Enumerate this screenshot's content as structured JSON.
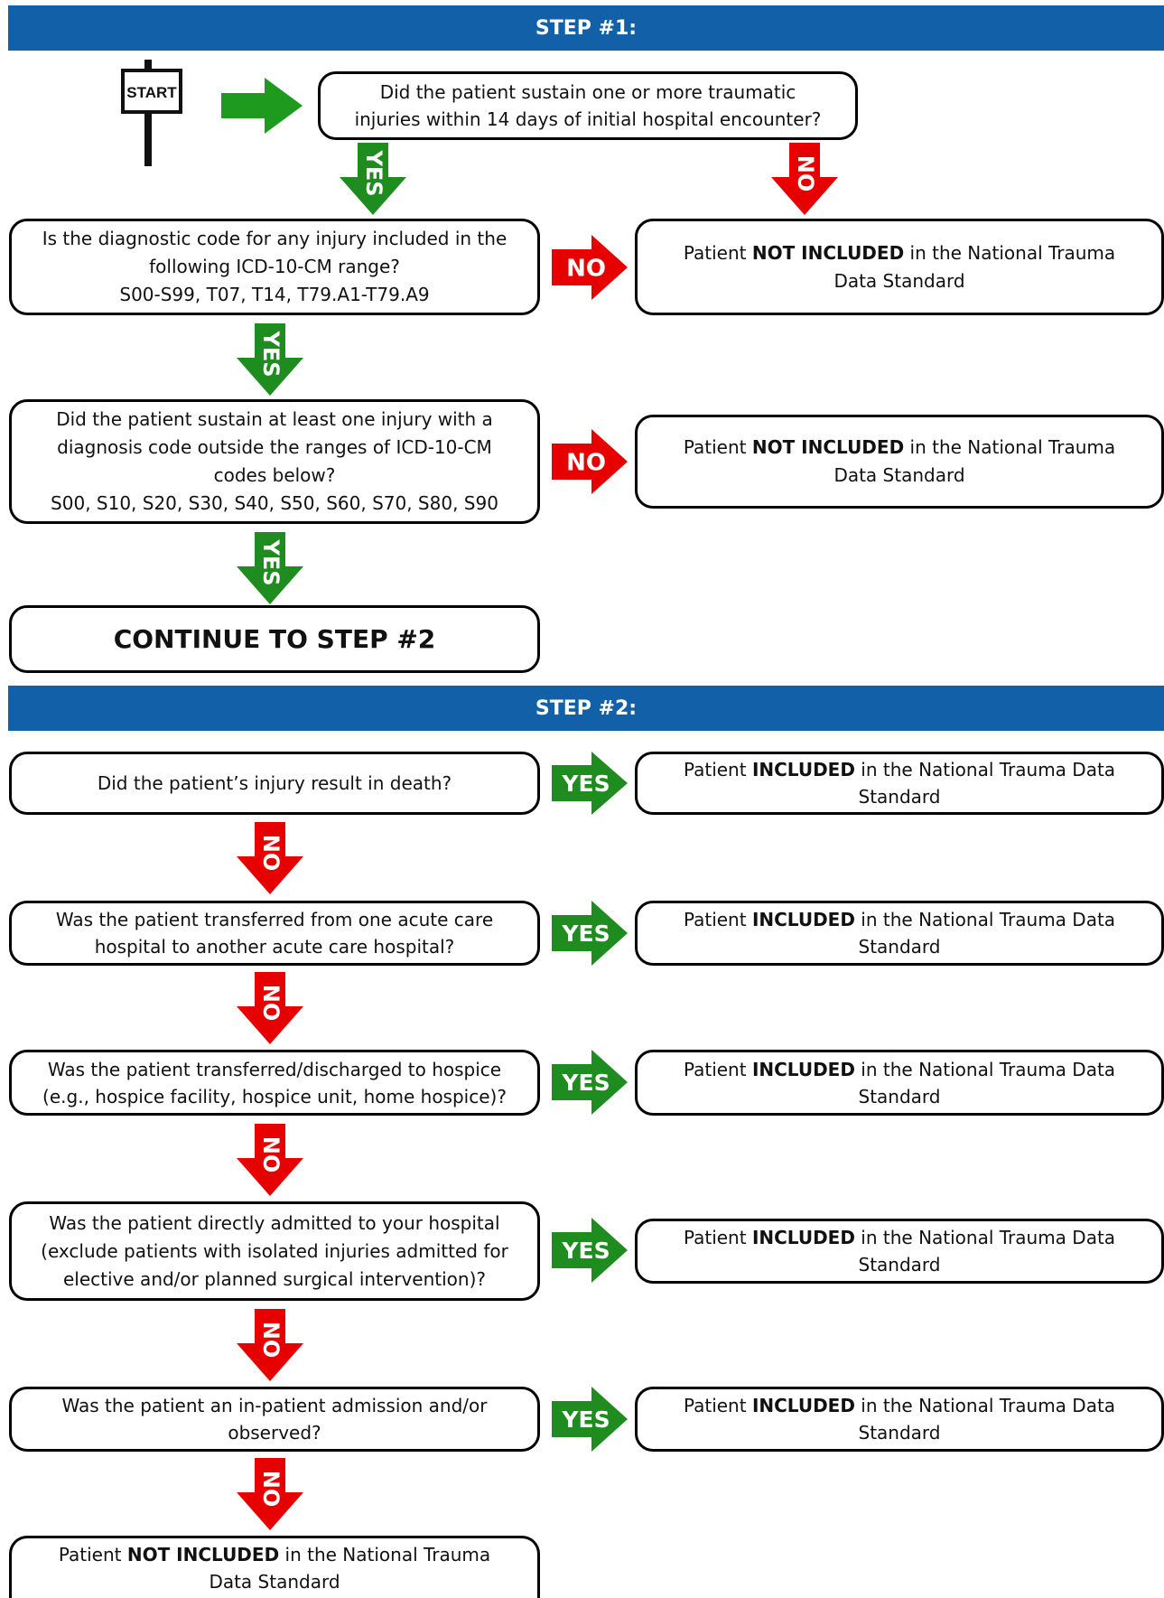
{
  "step1": {
    "title": "STEP #1:",
    "start_label": "START",
    "q1": [
      "Did the patient sustain one or more traumatic",
      "injuries within 14 days of initial hospital encounter?"
    ],
    "q2": [
      "Is the diagnostic code for any injury included in the",
      "following ICD-10-CM range?",
      "S00-S99, T07, T14, T79.A1-T79.A9"
    ],
    "q3": [
      "Did the patient sustain at least one injury with a",
      "diagnosis code outside the ranges of ICD-10-CM",
      "codes below?",
      "S00, S10, S20, S30, S40, S50, S60, S70, S80, S90"
    ],
    "continue": "CONTINUE TO STEP #2"
  },
  "step2": {
    "title": "STEP #2:",
    "q1": [
      "Did the patient’s injury result in death?"
    ],
    "q2": [
      "Was the patient transferred from one acute care",
      "hospital to another acute care hospital?"
    ],
    "q3": [
      "Was the patient transferred/discharged to hospice",
      "(e.g., hospice facility, hospice unit, home hospice)?"
    ],
    "q4": [
      "Was the patient directly admitted to your hospital",
      "(exclude patients with isolated injuries admitted for",
      "elective and/or planned surgical intervention)?"
    ],
    "q5": [
      "Was the patient an in-patient admission and/or",
      "observed?"
    ]
  },
  "outcomes": {
    "not_included_pre": "Patient ",
    "not_included_bold": "NOT INCLUDED",
    "not_included_post": " in the National Trauma",
    "not_included_line2": "Data Standard",
    "included_pre": "Patient ",
    "included_bold": "INCLUDED",
    "included_post": " in the National Trauma Data",
    "included_line2": "Standard"
  },
  "labels": {
    "yes": "YES",
    "no": "NO"
  },
  "colors": {
    "band": "#1260a8",
    "yes": "#1e8c1e",
    "no": "#e60000",
    "start_arrow": "#1e9a1e"
  }
}
